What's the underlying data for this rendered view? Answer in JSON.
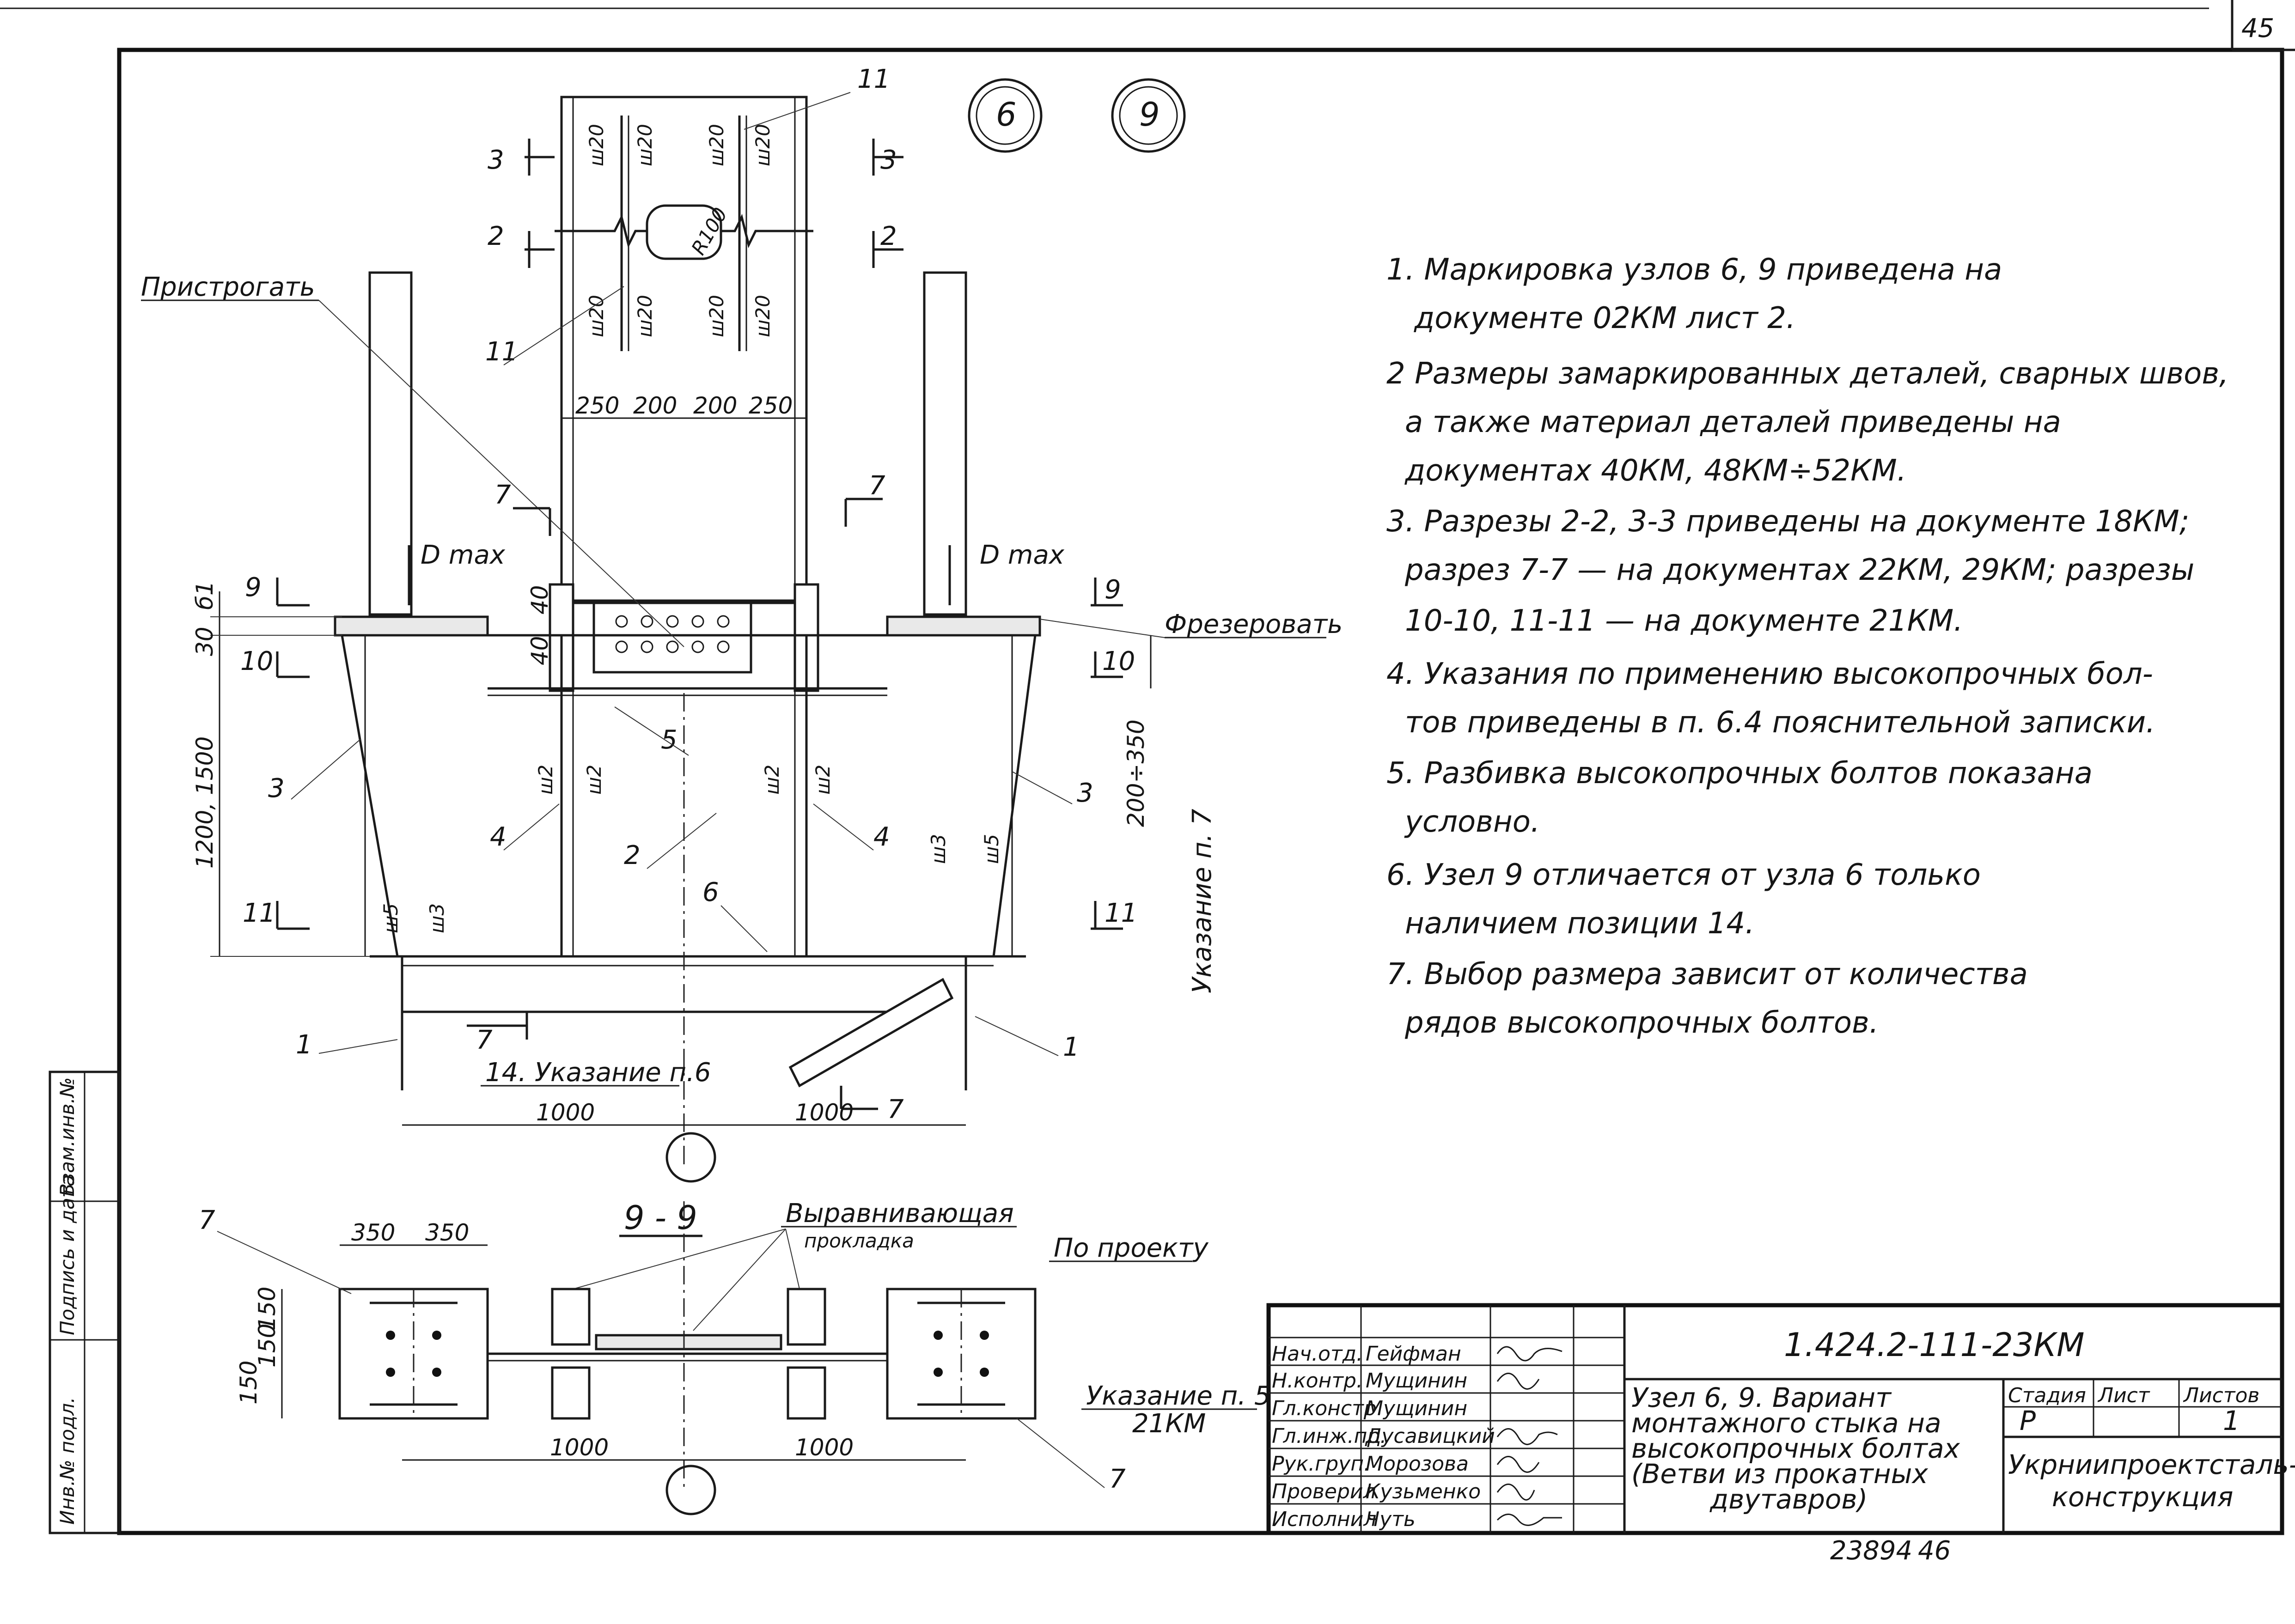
{
  "sheet": {
    "corner_number": "45",
    "node_marks": [
      "6",
      "9"
    ],
    "archive_number": "23894",
    "archive_suffix": "46"
  },
  "notes": [
    "1. Маркировка узлов 6, 9 приведена на",
    "документе 02КМ лист 2.",
    "2 Размеры замаркированных деталей, сварных швов,",
    "а также материал деталей приведены на",
    "документах 40КМ, 48КМ÷52КМ.",
    "3. Разрезы 2-2, 3-3 приведены на документе 18КМ;",
    "разрез 7-7 — на документах 22КМ, 29КМ; разрезы",
    "10-10, 11-11 — на документе 21КМ.",
    "4. Указания по применению высокопрочных бол-",
    "тов приведены в п. 6.4 пояснительной записки.",
    "5. Разбивка высокопрочных болтов показана",
    "условно.",
    "6. Узел 9 отличается от узла 6 только",
    "наличием позиции 14.",
    "7. Выбор размера зависит от количества",
    "рядов высокопрочных болтов."
  ],
  "elevation": {
    "pristrogat": "Пристрогать",
    "frezerovat": "Фрезеровать",
    "dmax_left": "D max",
    "dmax_right": "D max",
    "weld_sh20": "ш20",
    "weld_sh2": "ш2",
    "weld_sh3": "ш3",
    "weld_sh5": "ш5",
    "radius": "R100",
    "top_dims": [
      "250",
      "200",
      "200",
      "250"
    ],
    "dim_61": "б1",
    "dim_30": "30",
    "dim_40a": "40",
    "dim_40b": "40",
    "dim_height": "1200, 1500",
    "dim_right": "200÷350",
    "ukazanie_p7": "Указание п. 7",
    "ukazanie_p6": "14. Указание п.6",
    "bottom_dims": [
      "1000",
      "1000"
    ],
    "sections": {
      "s3": "3",
      "s2": "2",
      "s7": "7",
      "s9": "9",
      "s10": "10",
      "s11": "11"
    },
    "positions": {
      "p1": "1",
      "p2": "2",
      "p3": "3",
      "p4": "4",
      "p5": "5",
      "p6": "6",
      "p11": "11",
      "p14": "14"
    }
  },
  "plan": {
    "title": "9 - 9",
    "vyravn_1": "Выравнивающая",
    "vyravn_2": "прокладка",
    "po_proektu": "По проекту",
    "ukazanie_p5_1": "Указание п. 5",
    "ukazanie_p5_2": "21КМ",
    "top_dims": [
      "350",
      "350"
    ],
    "left_dims": [
      "150",
      "150",
      "150"
    ],
    "bottom_dims": [
      "1000",
      "1000"
    ],
    "pos7": "7"
  },
  "side_stamp": {
    "cells": [
      "Инв.№ подл.",
      "Подпись и дата",
      "Взам.инв.№"
    ]
  },
  "title_block": {
    "code": "1.424.2-111-23КМ",
    "roles": [
      "Нач.отд.",
      "Н.контр.",
      "Гл.констр.",
      "Гл.инж.пр.",
      "Рук.груп.",
      "Проверил",
      "Исполнил"
    ],
    "names": [
      "Гейфман",
      "Мущинин",
      "Мущинин",
      "Дусавицкий",
      "Морозова",
      "Кузьменко",
      "Чуть"
    ],
    "description": [
      "Узел 6, 9. Вариант",
      "монтажного стыка на",
      "высокопрочных болтах",
      "(Ветви из прокатных",
      "двутавров)"
    ],
    "stage_label": "Стадия",
    "sheet_label": "Лист",
    "sheets_label": "Листов",
    "stage_value": "Р",
    "sheets_value": "1",
    "organization": [
      "Укрниипроектсталь-",
      "конструкция"
    ]
  }
}
